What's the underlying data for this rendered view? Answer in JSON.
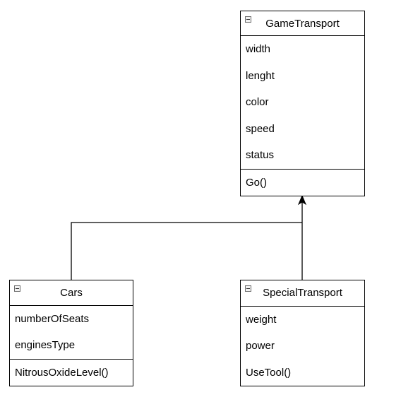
{
  "diagram": {
    "classes": {
      "game_transport": {
        "name": "GameTransport",
        "attributes": [
          "width",
          "lenght",
          "color",
          "speed",
          "status"
        ],
        "methods": [
          "Go()"
        ]
      },
      "cars": {
        "name": "Cars",
        "attributes": [
          "numberOfSeats",
          "enginesType"
        ],
        "methods": [
          "NitrousOxideLevel()"
        ]
      },
      "special_transport": {
        "name": "SpecialTransport",
        "attributes": [
          "weight",
          "power"
        ],
        "methods": [
          "UseTool()"
        ]
      }
    },
    "relations": [
      {
        "from": "Cars",
        "to": "GameTransport",
        "type": "inheritance"
      },
      {
        "from": "SpecialTransport",
        "to": "GameTransport",
        "type": "inheritance"
      }
    ],
    "colors": {
      "line": "#000000",
      "box_fill": "#ffffff",
      "collapse_icon": "#6b6b6b"
    }
  }
}
